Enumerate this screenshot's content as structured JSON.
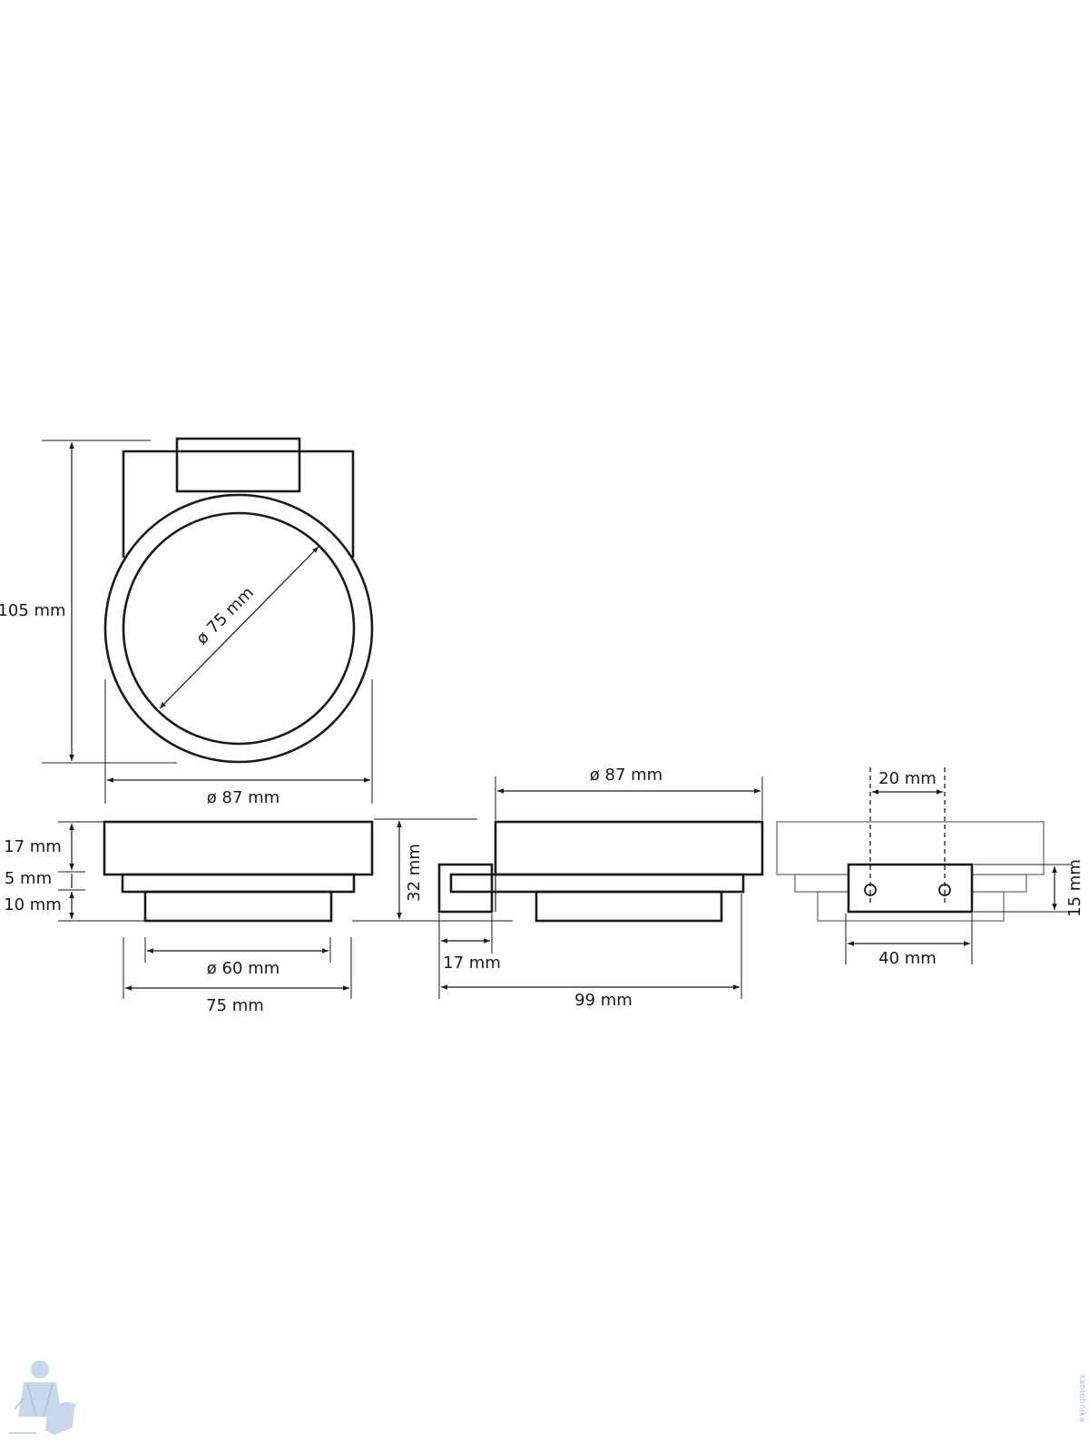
{
  "dimensions": {
    "top_height": "105 mm",
    "inner_diameter": "ø 75 mm",
    "outer_diameter_front": "ø 87 mm",
    "layer_top": "17 mm",
    "layer_mid": "5 mm",
    "layer_bottom": "10 mm",
    "total_height": "32 mm",
    "base_diameter": "ø 60 mm",
    "base_width": "75 mm",
    "outer_diameter_side": "ø 87 mm",
    "bracket_depth": "17 mm",
    "total_depth": "99 mm",
    "hole_spacing": "20 mm",
    "plate_height": "15 mm",
    "plate_width": "40 mm"
  },
  "watermark": {
    "text": "santehnika"
  },
  "colors": {
    "line": "#1a1a1a",
    "watermark": "#a9bcd6"
  }
}
